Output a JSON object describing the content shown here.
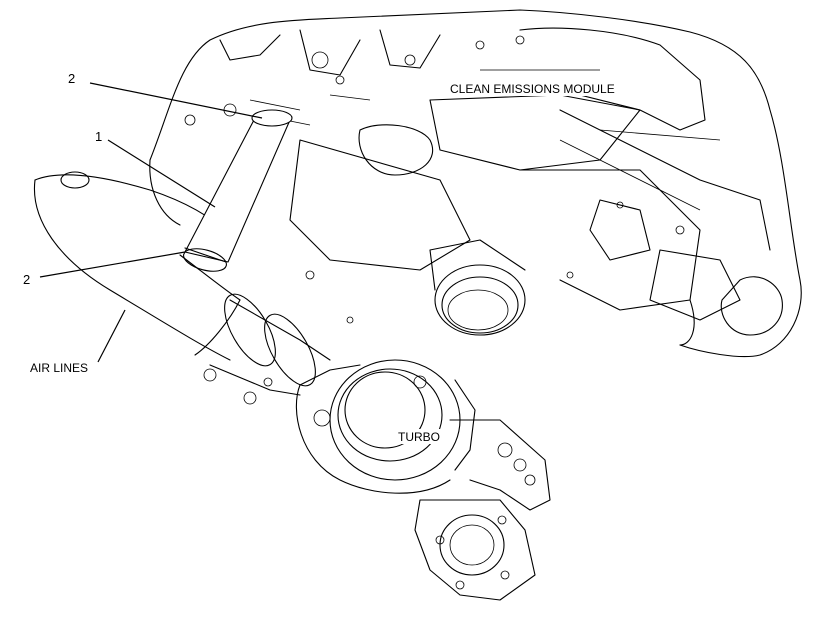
{
  "labels": {
    "clean_emissions_module": "CLEAN EMISSIONS MODULE",
    "turbo": "TURBO",
    "air_lines": "AIR LINES"
  },
  "callouts": {
    "clamp_top": "2",
    "tube": "1",
    "clamp_bottom": "2"
  }
}
